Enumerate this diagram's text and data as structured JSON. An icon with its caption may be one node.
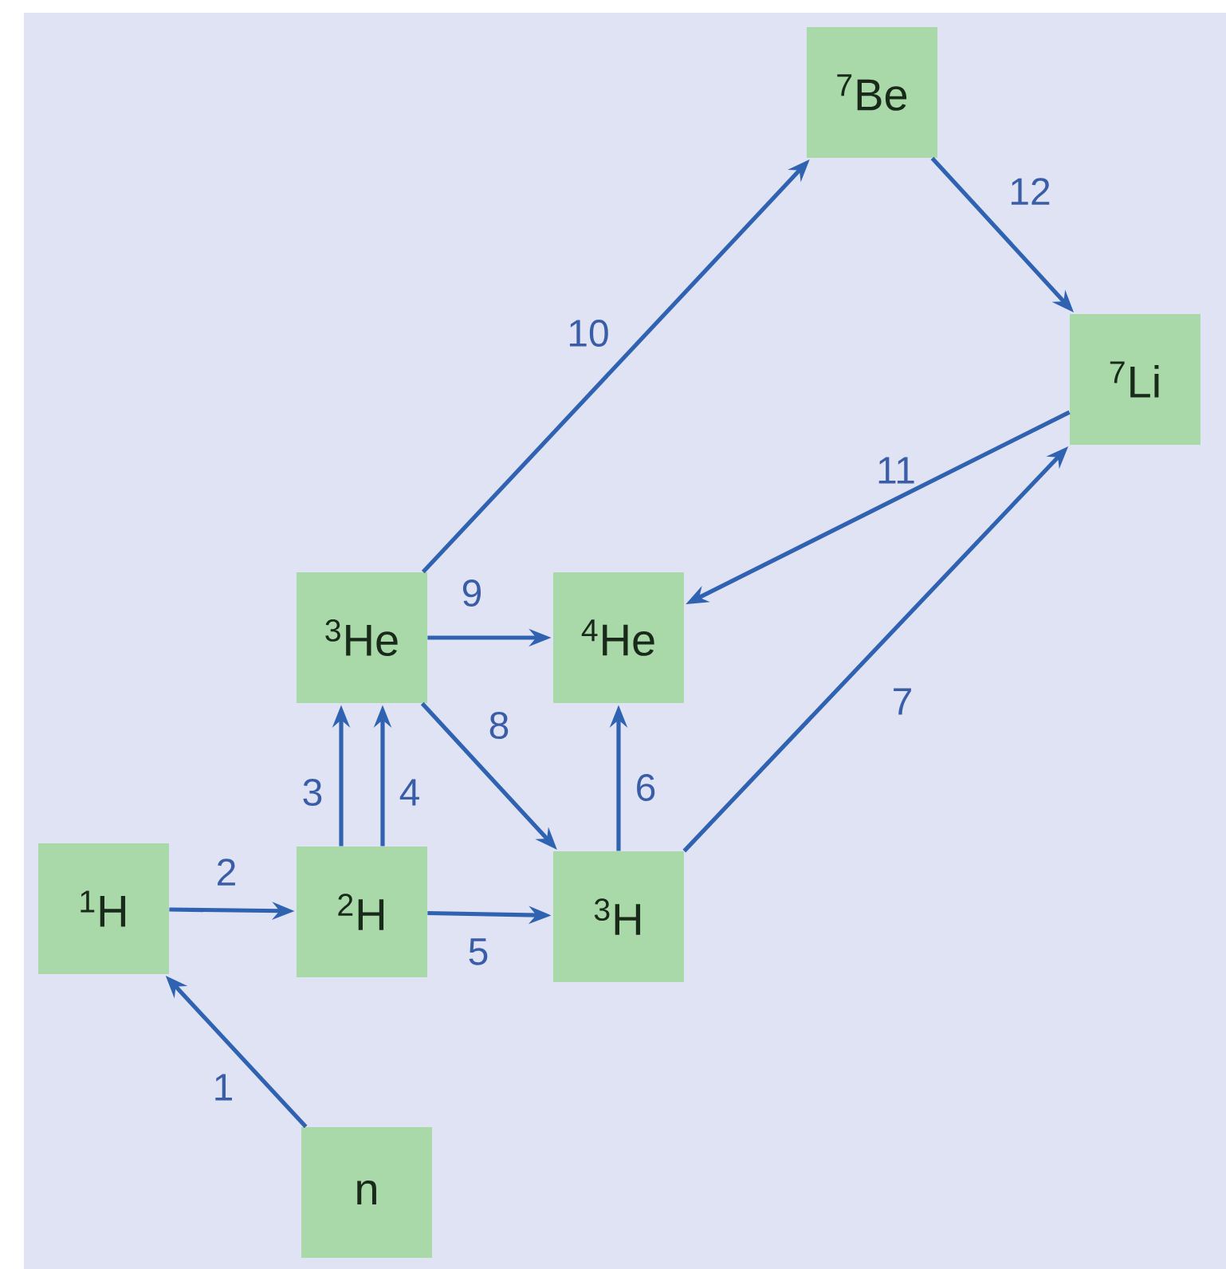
{
  "diagram": {
    "nodes": [
      {
        "text": [
          "n"
        ]
      },
      {
        "text": [
          "$^{1}$H"
        ]
      },
      {
        "text": [
          "$^{2}$H"
        ]
      },
      {
        "text": [
          "$^{3}$H"
        ]
      },
      {
        "text": [
          "$^{3}$He"
        ]
      },
      {
        "text": [
          "$^{4}$He"
        ]
      },
      {
        "text": [
          "$^{7}$Be"
        ]
      },
      {
        "text": [
          "$^{7}$Li"
        ]
      }
    ],
    "edges": [
      {
        "from": 0,
        "to": 1,
        "arrow": "to",
        "label": "1"
      },
      {
        "from": 1,
        "to": 2,
        "arrow": "to",
        "label": "2"
      },
      {
        "from": 2,
        "to": 4,
        "arrow": "to",
        "label": "3"
      },
      {
        "from": 2,
        "to": 4,
        "arrow": "to",
        "label": "4"
      },
      {
        "from": 2,
        "to": 3,
        "arrow": "to",
        "label": "5"
      },
      {
        "from": 3,
        "to": 5,
        "arrow": "to",
        "label": "6"
      },
      {
        "from": 3,
        "to": 7,
        "arrow": "to",
        "label": "7"
      },
      {
        "from": 4,
        "to": 3,
        "arrow": "to",
        "label": "8"
      },
      {
        "from": 4,
        "to": 5,
        "arrow": "to",
        "label": "9"
      },
      {
        "from": 4,
        "to": 6,
        "arrow": "to",
        "label": "10"
      },
      {
        "from": 7,
        "to": 5,
        "arrow": "to",
        "label": "11"
      },
      {
        "from": 6,
        "to": 7,
        "arrow": "to",
        "label": "12"
      }
    ]
  }
}
